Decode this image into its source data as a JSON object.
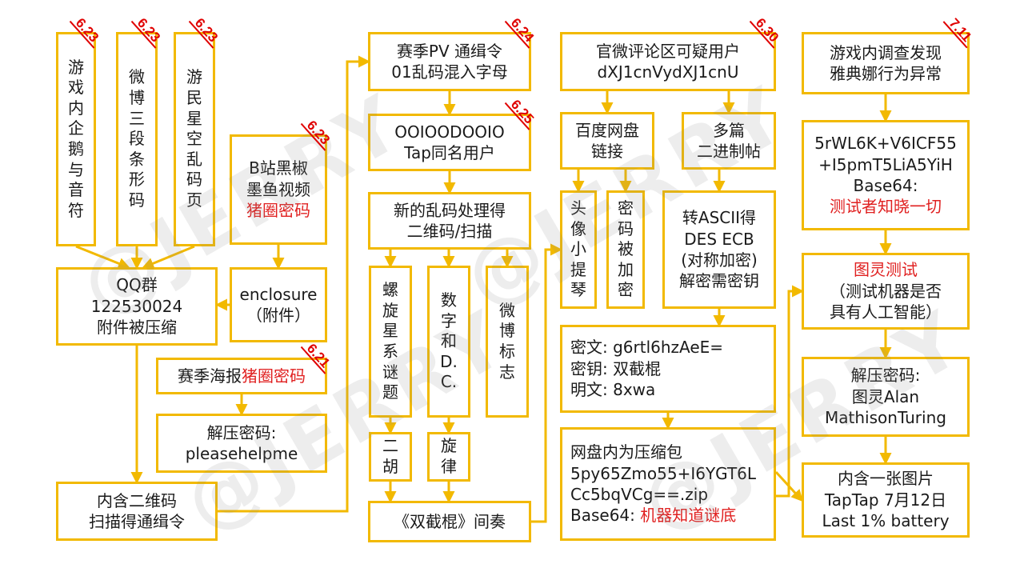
{
  "watermark": "@JERRY",
  "nodes": [
    {
      "id": "n1",
      "lines": [
        "游",
        "戏",
        "内",
        "企",
        "鹅",
        "与",
        "音",
        "符"
      ],
      "date": "6.23"
    },
    {
      "id": "n2",
      "lines": [
        "微",
        "博",
        "三",
        "段",
        "条",
        "形",
        "码"
      ],
      "date": "6.23"
    },
    {
      "id": "n3",
      "lines": [
        "游",
        "民",
        "星",
        "空",
        "乱",
        "码",
        "页"
      ],
      "date": "6.23"
    },
    {
      "id": "n4",
      "lines": [
        {
          "t": "B站黑椒"
        },
        {
          "t": "墨鱼视频"
        },
        {
          "t": "猪圈密码",
          "red": true
        }
      ],
      "date": "6.23"
    },
    {
      "id": "n5",
      "lines": [
        "QQ群",
        "122530024",
        "附件被压缩"
      ]
    },
    {
      "id": "n6",
      "lines": [
        "enclosure",
        "（附件）"
      ]
    },
    {
      "id": "n7",
      "lines": [
        [
          {
            "t": "赛季海报"
          },
          {
            "t": "猪圈密码",
            "red": true
          }
        ]
      ],
      "date": "6.21"
    },
    {
      "id": "n8",
      "lines": [
        "解压密码:",
        "pleasehelpme"
      ]
    },
    {
      "id": "n9",
      "lines": [
        "内含二维码",
        "扫描得通缉令"
      ]
    },
    {
      "id": "n10",
      "lines": [
        "赛季PV 通缉令",
        "01乱码混入字母"
      ],
      "date": "6.24"
    },
    {
      "id": "n11",
      "lines": [
        "OOIOODOOIO",
        "Tap同名用户"
      ],
      "date": "6.25"
    },
    {
      "id": "n12",
      "lines": [
        "新的乱码处理得",
        "二维码/扫描"
      ]
    },
    {
      "id": "n13",
      "lines": [
        "螺",
        "旋",
        "星",
        "系",
        "谜",
        "题"
      ]
    },
    {
      "id": "n14",
      "lines": [
        "数",
        "字",
        "和",
        "D.",
        "C."
      ]
    },
    {
      "id": "n15",
      "lines": [
        "微",
        "博",
        "标",
        "志"
      ]
    },
    {
      "id": "n16",
      "lines": [
        "二",
        "胡"
      ]
    },
    {
      "id": "n17",
      "lines": [
        "旋",
        "律"
      ]
    },
    {
      "id": "n18",
      "lines": [
        "《双截棍》间奏"
      ]
    },
    {
      "id": "n19",
      "lines": [
        "官微评论区可疑用户",
        "dXJ1cnVydXJ1cnU"
      ],
      "date": "6.30"
    },
    {
      "id": "n20",
      "lines": [
        "百度网盘",
        "链接"
      ]
    },
    {
      "id": "n21",
      "lines": [
        "多篇",
        "二进制帖"
      ]
    },
    {
      "id": "n22",
      "lines": [
        "头",
        "像",
        "小",
        "提",
        "琴"
      ]
    },
    {
      "id": "n23",
      "lines": [
        "密",
        "码",
        "被",
        "加",
        "密"
      ]
    },
    {
      "id": "n24",
      "lines": [
        "转ASCII得",
        "DES ECB",
        "(对称加密)",
        "解密需密钥"
      ]
    },
    {
      "id": "n25",
      "lines": [
        "密文:  g6rtl6hzAeE=",
        "密钥:  双截棍",
        "明文:  8xwa"
      ]
    },
    {
      "id": "n26",
      "lines": [
        {
          "t": "网盘内为压缩包"
        },
        {
          "t": "5py65Zmo55+I6YGT6L"
        },
        {
          "t": "Cc5bqVCg==.zip"
        },
        [
          {
            "t": "Base64:  "
          },
          {
            "t": "机器知道谜底",
            "red": true
          }
        ]
      ]
    },
    {
      "id": "n27",
      "lines": [
        "游戏内调查发现",
        "雅典娜行为异常"
      ],
      "date": "7.11"
    },
    {
      "id": "n28",
      "lines": [
        {
          "t": "5rWL6K+V6ICF55"
        },
        {
          "t": "+I5pmT5LiA5YiH"
        },
        {
          "t": "Base64:"
        },
        {
          "t": "测试者知晓一切",
          "red": true
        }
      ]
    },
    {
      "id": "n29",
      "lines": [
        {
          "t": "图灵测试",
          "red": true
        },
        {
          "t": "（测试机器是否"
        },
        {
          "t": "具有人工智能）"
        }
      ]
    },
    {
      "id": "n30",
      "lines": [
        "解压密码:",
        "图灵Alan",
        "MathisonTuring"
      ]
    },
    {
      "id": "n31",
      "lines": [
        "内含一张图片",
        "TapTap 7月12日",
        "Last 1% battery"
      ]
    }
  ],
  "edges": [
    [
      "n1",
      "n5"
    ],
    [
      "n2",
      "n5"
    ],
    [
      "n3",
      "n5"
    ],
    [
      "n4",
      "n6"
    ],
    [
      "n6",
      "n5"
    ],
    [
      "n5",
      "n9"
    ],
    [
      "n7",
      "n8"
    ],
    [
      "n9",
      "n10"
    ],
    [
      "n10",
      "n11"
    ],
    [
      "n11",
      "n12"
    ],
    [
      "n12",
      "n13"
    ],
    [
      "n12",
      "n14"
    ],
    [
      "n12",
      "n15"
    ],
    [
      "n13",
      "n16"
    ],
    [
      "n14",
      "n17"
    ],
    [
      "n16",
      "n18"
    ],
    [
      "n17",
      "n18"
    ],
    [
      "n18",
      "n22"
    ],
    [
      "n19",
      "n20"
    ],
    [
      "n19",
      "n21"
    ],
    [
      "n20",
      "n22"
    ],
    [
      "n20",
      "n23"
    ],
    [
      "n21",
      "n24"
    ],
    [
      "n24",
      "n25"
    ],
    [
      "n25",
      "n26"
    ],
    [
      "n26",
      "n31"
    ],
    [
      "n26",
      "n29"
    ],
    [
      "n27",
      "n28"
    ],
    [
      "n28",
      "n29"
    ],
    [
      "n29",
      "n30"
    ],
    [
      "n30",
      "n31"
    ]
  ]
}
